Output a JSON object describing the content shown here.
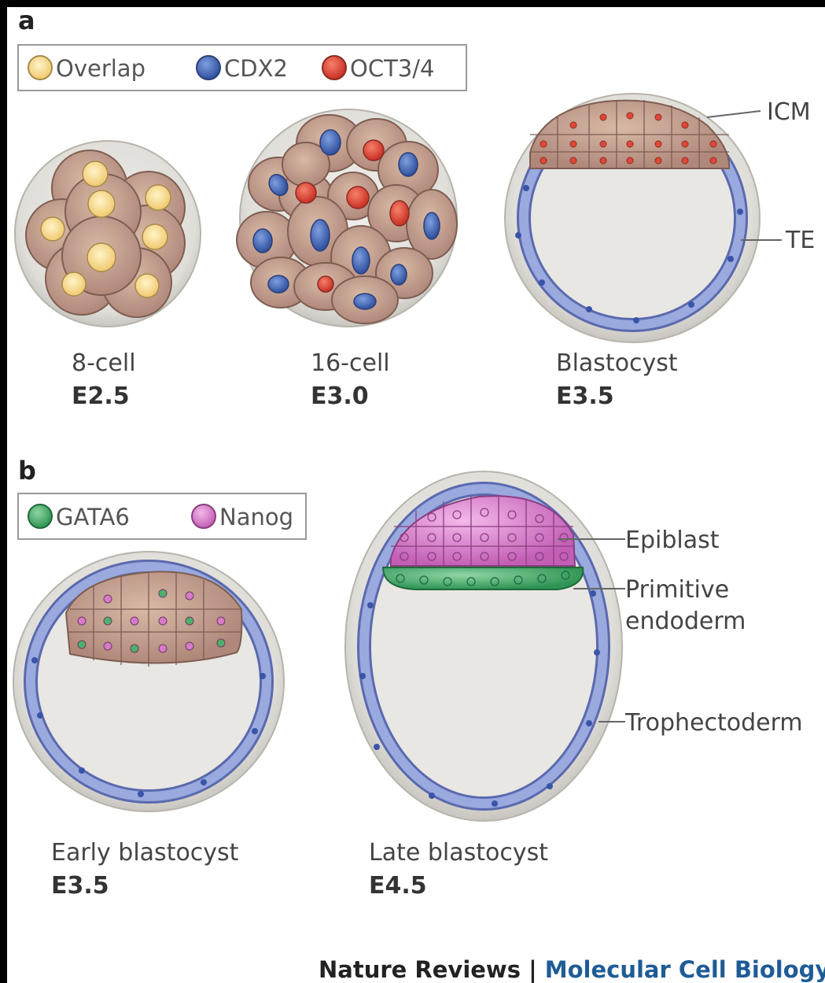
{
  "panel_a": {
    "letter": "a",
    "legend": [
      {
        "label": "Overlap",
        "color": "#f6d58a"
      },
      {
        "label": "CDX2",
        "color": "#4a6db5"
      },
      {
        "label": "OCT3/4",
        "color": "#e0483a"
      }
    ],
    "stages": [
      {
        "name": "8-cell",
        "day": "E2.5"
      },
      {
        "name": "16-cell",
        "day": "E3.0"
      },
      {
        "name": "Blastocyst",
        "day": "E3.5"
      }
    ],
    "callouts": {
      "icm": "ICM",
      "te": "TE"
    }
  },
  "panel_b": {
    "letter": "b",
    "legend": [
      {
        "label": "GATA6",
        "color": "#4fb06e"
      },
      {
        "label": "Nanog",
        "color": "#d77ac8"
      }
    ],
    "stages": [
      {
        "name": "Early blastocyst",
        "day": "E3.5"
      },
      {
        "name": "Late blastocyst",
        "day": "E4.5"
      }
    ],
    "callouts": {
      "epiblast": "Epiblast",
      "primitive_endoderm_1": "Primitive",
      "primitive_endoderm_2": "endoderm",
      "trophectoderm": "Trophectoderm"
    }
  },
  "footer": {
    "journal_part1": "Nature Reviews | ",
    "journal_part2": "Molecular Cell Biology"
  },
  "colors": {
    "zona": "#dcdad6",
    "cell_body": "#c9a590",
    "te_cell": "#8fa0d6",
    "cavity": "#e9e7e3"
  }
}
